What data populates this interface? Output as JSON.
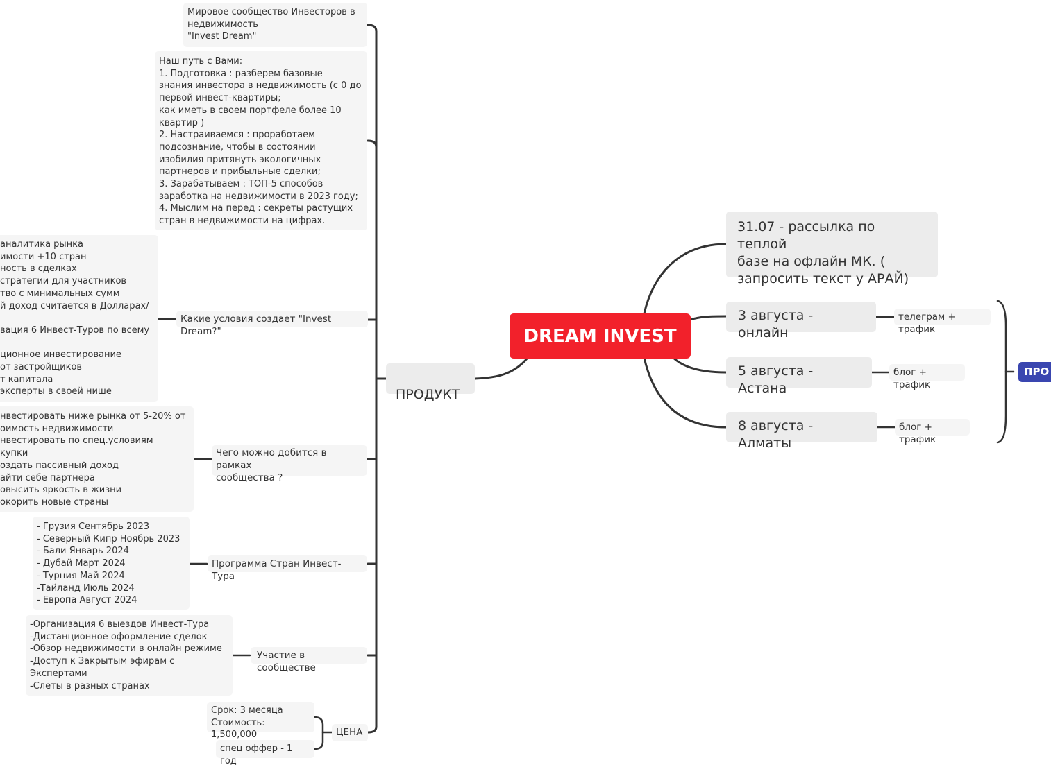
{
  "center": {
    "title": "DREAM INVEST"
  },
  "left": {
    "product": "ПРОДУКТ",
    "community": "Мировое сообщество Инвесторов в\nнедвижимость\n\"Invest Dream\"",
    "path": "Наш путь с Вами:\n  1. Подготовка : разберем базовые\nзнания инвестора в недвижимость (с 0 до\nпервой инвест-квартиры;\nкак иметь в своем портфеле более 10\nквартир )\n  2. Настраиваемся : проработаем\nподсознание, чтобы в состоянии\nизобилия притянуть экологичных\nпартнеров и прибыльные сделки;\n  3. Зарабатываем : ТОП-5 способов\nзаработка на недвижимости в 2023 году;\n  4. Мыслим на перед : секреты растущих\nстран в недвижимости на цифрах.",
    "conditions_label": "Какие условия создает \"Invest Dream?\"",
    "conditions_text": "аналитика рынка\nимости +10 стран\nность в сделках\nстратегии для участников\nтво с минимальных сумм\nй доход считается в Долларах/\n\nвация 6  Инвест-Туров по всему\n\nционное инвестирование\nот застройщиков\nт капитала\n эксперты в своей нише",
    "achieve_label": "Чего можно добится в рамках\nсообщества ?",
    "achieve_text": "нвестировать ниже рынка от 5-20% от\nоимость недвижимости\nнвестировать по спец.условиям\nкупки\nоздать пассивный доход\nайти себе партнера\nовысить яркость в  жизни\nокорить новые страны",
    "tour_label": "Программа Стран Инвест-Тура",
    "tour_text": " - Грузия Сентябрь 2023\n - Северный Кипр Ноябрь 2023\n - Бали Январь 2024\n - Дубай Март 2024\n - Турция Май 2024\n -Тайланд Июль 2024\n - Европа Август 2024",
    "participation_label": "Участие в сообществе",
    "participation_text": "-Организация 6 выездов Инвест-Тура\n-Дистанционное оформление сделок\n-Обзор недвижимости в онлайн режиме\n-Доступ к Закрытым эфирам с\nЭкспертами\n-Слеты в разных странах",
    "price_label": "ЦЕНА",
    "price_text": "Срок: 3 месяца\nСтоимость: 1,500,000",
    "price_offer": "спец оффер - 1 год"
  },
  "right": {
    "mailing": "31.07 - рассылка по теплой\nбазе на офлайн МК. (\nзапросить текст у АРАЙ)",
    "event1": "3 августа - онлайн",
    "event1_note": "телеграм + трафик",
    "event2": "5 августа - Астана",
    "event2_note": "блог + трафик",
    "event3": "8 августа - Алматы",
    "event3_note": "блог + трафик",
    "pro": "ПРО"
  },
  "colors": {
    "center": "#f2212b",
    "pro": "#3a46b0",
    "line": "#333333"
  }
}
